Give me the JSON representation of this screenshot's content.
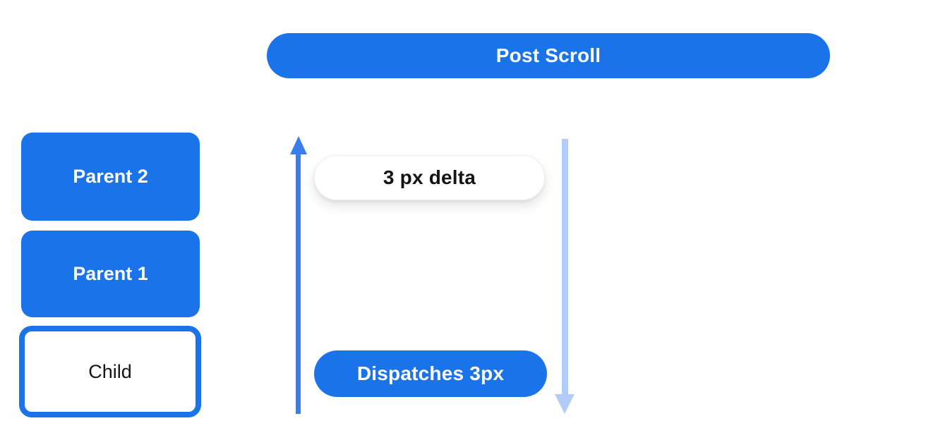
{
  "header": {
    "post_scroll_label": "Post Scroll"
  },
  "hierarchy": {
    "parents": [
      {
        "label": "Parent 2"
      },
      {
        "label": "Parent 1"
      }
    ],
    "child_label": "Child"
  },
  "flow": {
    "delta_label": "3 px delta",
    "dispatch_label": "Dispatches 3px",
    "up_arrow_icon": "up-arrow",
    "down_arrow_icon": "down-arrow"
  },
  "colors": {
    "primary_blue": "#1a73e8",
    "arrow_blue": "#3b7de9",
    "light_blue_arrow": "#b3ccf7",
    "text_black": "#141414",
    "background": "#ffffff"
  }
}
